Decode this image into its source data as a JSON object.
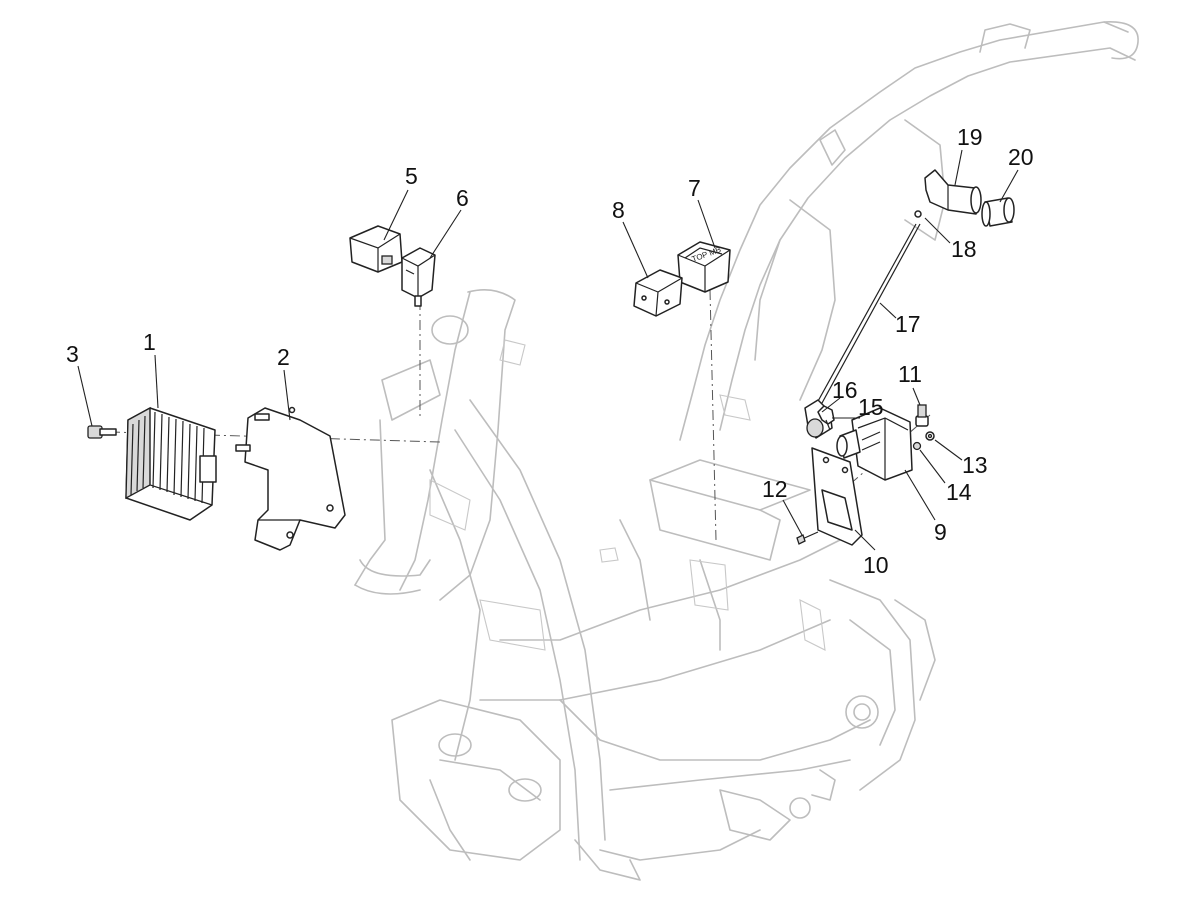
{
  "diagram": {
    "callouts": [
      "1",
      "2",
      "3",
      "5",
      "6",
      "7",
      "8",
      "9",
      "10",
      "11",
      "12",
      "13",
      "14",
      "15",
      "16",
      "17",
      "18",
      "19",
      "20"
    ],
    "relay_label_text": "TOP\nMB"
  },
  "colors": {
    "frame": "#bdbdbd",
    "parts": "#222222",
    "background": "#ffffff"
  }
}
